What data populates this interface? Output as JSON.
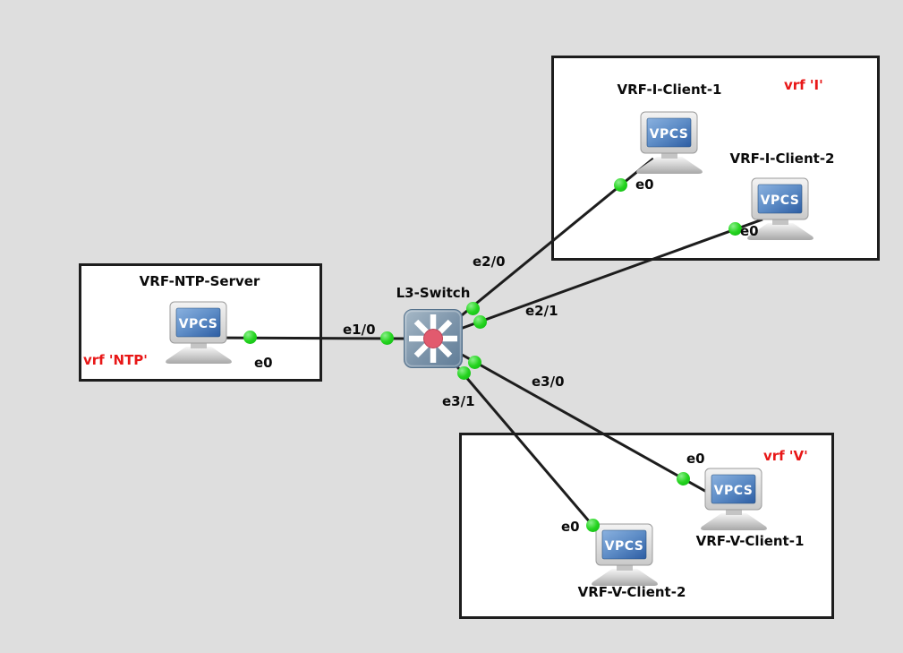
{
  "colors": {
    "canvas_background": "#dedede",
    "zone_box_fill": "#ffffff",
    "zone_box_border": "#1d1d1d",
    "link_line": "#1d1d1d",
    "port_status_dot": "#25d41f",
    "vrf_label_red": "#e81717",
    "node_label": "#0b0b0b",
    "switch_body": "#7b93a9",
    "switch_hub": "#e25a6e",
    "vpcs_screen_blue": "#3e6fb2"
  },
  "icons": {
    "vpcs_label": "VPCS"
  },
  "zones": {
    "ntp": {
      "label": "vrf 'NTP'"
    },
    "i": {
      "label": "vrf 'I'"
    },
    "v": {
      "label": "vrf 'V'"
    }
  },
  "nodes": {
    "switch": {
      "label": "L3-Switch"
    },
    "ntp_server": {
      "label": "VRF-NTP-Server",
      "port": "e0"
    },
    "i_client_1": {
      "label": "VRF-I-Client-1",
      "port": "e0"
    },
    "i_client_2": {
      "label": "VRF-I-Client-2",
      "port": "e0"
    },
    "v_client_1": {
      "label": "VRF-V-Client-1",
      "port": "e0"
    },
    "v_client_2": {
      "label": "VRF-V-Client-2",
      "port": "e0"
    }
  },
  "links": {
    "ntp": {
      "switch_port": "e1/0"
    },
    "i1": {
      "switch_port": "e2/0"
    },
    "i2": {
      "switch_port": "e2/1"
    },
    "v1": {
      "switch_port": "e3/0"
    },
    "v2": {
      "switch_port": "e3/1"
    }
  }
}
